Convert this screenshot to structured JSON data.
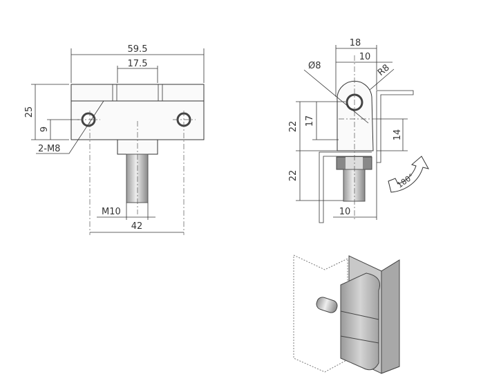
{
  "front_view": {
    "dims": {
      "overall_width": "59.5",
      "knuckle_width": "17.5",
      "height": "25",
      "hole_height": "9",
      "hole_callout": "2-M8",
      "stud_thread": "M10",
      "hole_spacing": "42"
    }
  },
  "side_view": {
    "dims": {
      "depth": "18",
      "offset": "10",
      "pin_diameter": "Ø8",
      "radius": "R8",
      "upper_height": "22",
      "pin_height": "17",
      "bracket_height": "14",
      "lower_height": "22",
      "stud_offset": "10",
      "rotation": "180°"
    }
  },
  "colors": {
    "line": "#333333",
    "metal": "#b8b8b8"
  }
}
